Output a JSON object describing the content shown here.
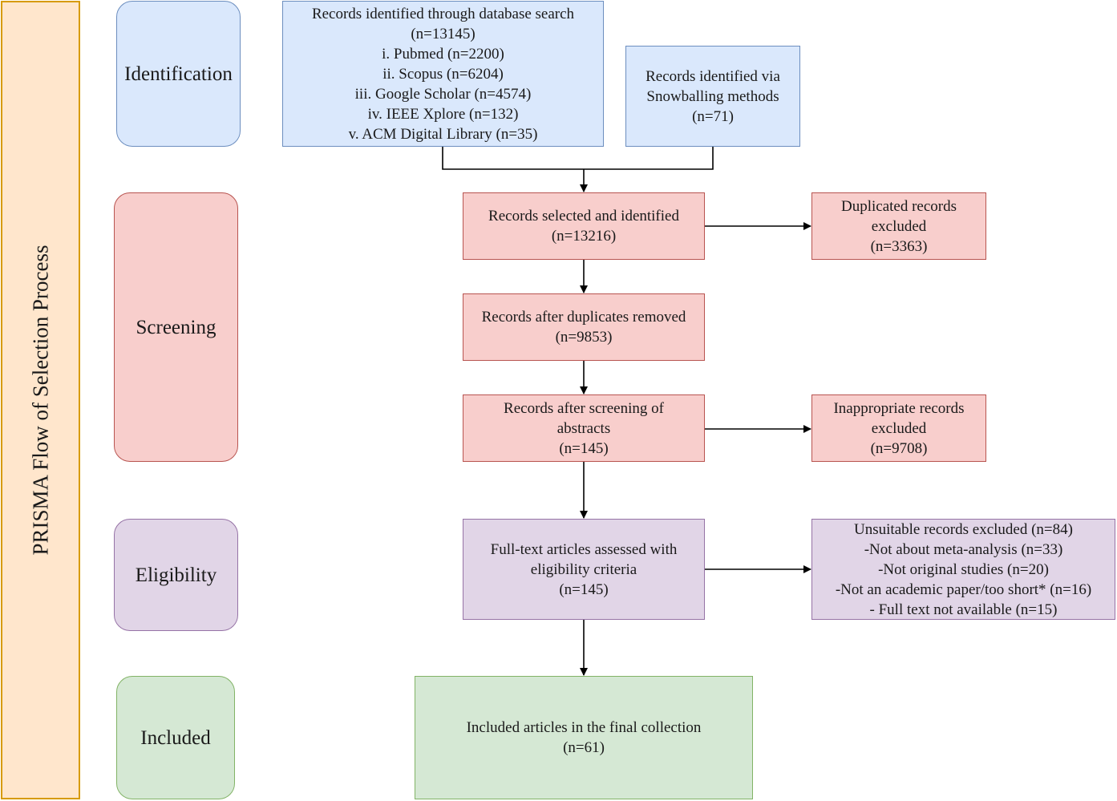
{
  "side_title": "PRISMA Flow of Selection Process",
  "stages": {
    "identification": "Identification",
    "screening": "Screening",
    "eligibility": "Eligibility",
    "included": "Included"
  },
  "boxes": {
    "db_search": [
      "Records identified through database search",
      "(n=13145)",
      "i. Pubmed (n=2200)",
      "ii. Scopus (n=6204)",
      "iii. Google Scholar (n=4574)",
      "iv. IEEE Xplore (n=132)",
      "v. ACM Digital Library (n=35)"
    ],
    "snowball": [
      "Records identified via",
      "Snowballing methods",
      "(n=71)"
    ],
    "selected": [
      "Records selected and identified",
      "(n=13216)"
    ],
    "duplicates_excluded": [
      "Duplicated records",
      "excluded",
      "(n=3363)"
    ],
    "after_dup": [
      "Records after duplicates removed",
      "(n=9853)"
    ],
    "after_screening": [
      "Records after screening of",
      "abstracts",
      "(n=145)"
    ],
    "inappropriate_excluded": [
      "Inappropriate records",
      "excluded",
      "(n=9708)"
    ],
    "fulltext": [
      "Full-text articles assessed with",
      "eligibility criteria",
      "(n=145)"
    ],
    "unsuitable_excluded": [
      "Unsuitable records excluded (n=84)",
      "-Not about meta-analysis  (n=33)",
      "-Not original studies (n=20)",
      "-Not an academic paper/too short* (n=16)",
      "- Full text not available (n=15)"
    ],
    "included_final": [
      "Included articles in the final collection",
      "(n=61)"
    ]
  },
  "colors": {
    "identification_fill": "#dae8fc",
    "identification_stroke": "#6c8ebf",
    "screening_fill": "#f8cecc",
    "screening_stroke": "#b85450",
    "eligibility_fill": "#e1d5e7",
    "eligibility_stroke": "#9673a6",
    "included_fill": "#d5e8d4",
    "included_stroke": "#82b366",
    "side_fill": "#ffe6cc",
    "side_stroke": "#d79b00"
  }
}
